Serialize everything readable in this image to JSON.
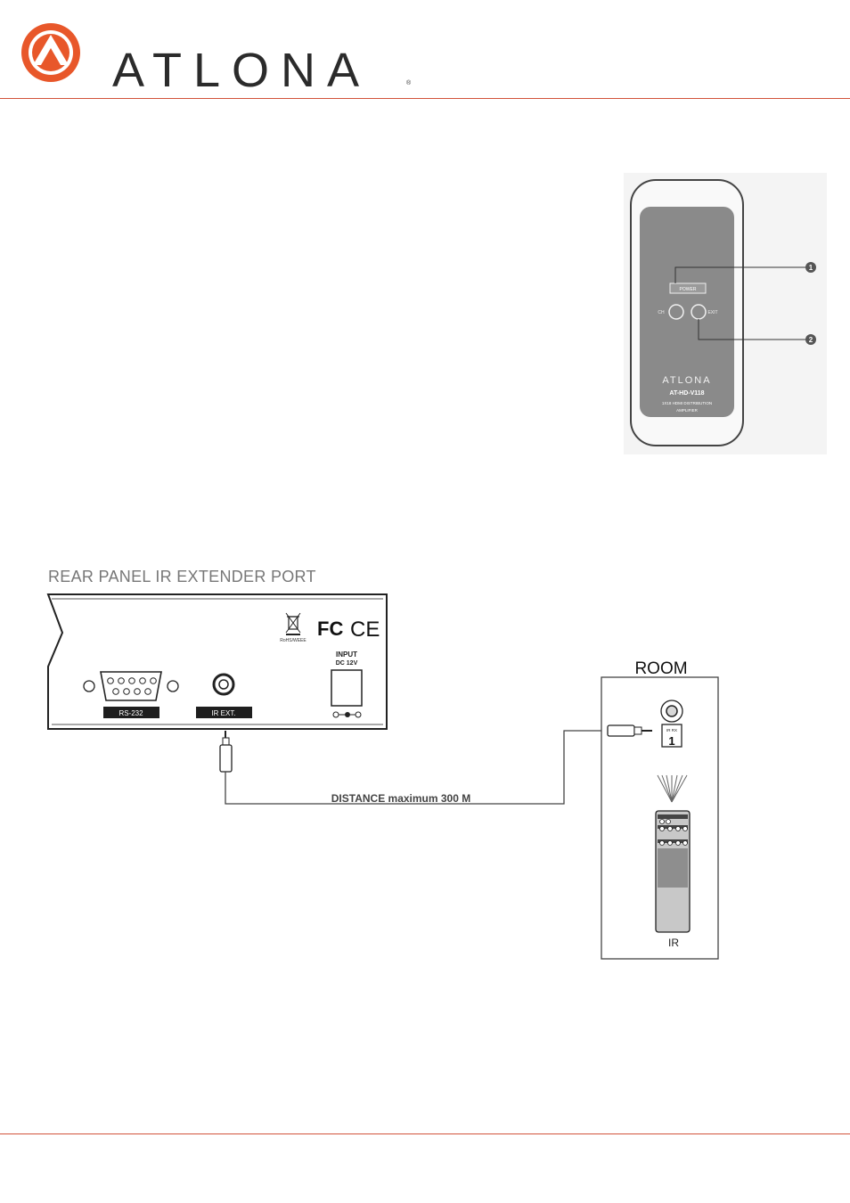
{
  "brand": {
    "name": "ATLONA",
    "registered_mark": "®",
    "colors": {
      "logo_orange": "#e8572a",
      "rule_red": "#d2523a"
    }
  },
  "remote": {
    "button_power_label": "POWER",
    "button_left_label": "CH",
    "button_right_label": "EXIT",
    "brand_label": "ATLONA",
    "model_label": "AT-HD-V118",
    "desc_line1": "1X18 HDMI DISTRIBUTION",
    "desc_line2": "AMPLIFIER",
    "callouts": [
      "1",
      "2"
    ]
  },
  "rear_panel": {
    "title": "REAR PANEL IR EXTENDER PORT",
    "weee_label": "RoHS/WEEE",
    "fc_label": "FC",
    "ce_label": "CE",
    "input_label": "INPUT",
    "dc_label": "DC 12V",
    "rs232_label": "RS-232",
    "ir_ext_label": "IR EXT."
  },
  "connection": {
    "distance_label": "DISTANCE maximum 300 M"
  },
  "room": {
    "title": "ROOM",
    "receiver_label": "IR RX",
    "receiver_number": "1",
    "remote_label": "IR"
  }
}
